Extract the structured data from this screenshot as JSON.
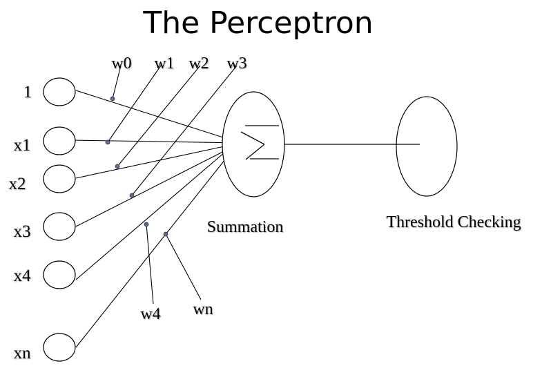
{
  "title": "The Perceptron",
  "inputs": [
    {
      "id": "bias",
      "label": "1"
    },
    {
      "id": "x1",
      "label": "x1"
    },
    {
      "id": "x2",
      "label": "x2"
    },
    {
      "id": "x3",
      "label": "x3"
    },
    {
      "id": "x4",
      "label": "x4"
    },
    {
      "id": "xn",
      "label": "xn"
    }
  ],
  "weights": [
    {
      "id": "w0",
      "label": "w0",
      "input": "bias"
    },
    {
      "id": "w1",
      "label": "w1",
      "input": "x1"
    },
    {
      "id": "w2",
      "label": "w2",
      "input": "x2"
    },
    {
      "id": "w3",
      "label": "w3",
      "input": "x3"
    },
    {
      "id": "w4",
      "label": "w4",
      "input": "x4"
    },
    {
      "id": "wn",
      "label": "wn",
      "input": "xn"
    }
  ],
  "summation": {
    "label": "Summation",
    "symbol": "sigma"
  },
  "threshold": {
    "label": "Threshold Checking"
  },
  "colors": {
    "stroke": "#000000",
    "weight_dot": "#5a6a8a",
    "background": "#ffffff"
  }
}
